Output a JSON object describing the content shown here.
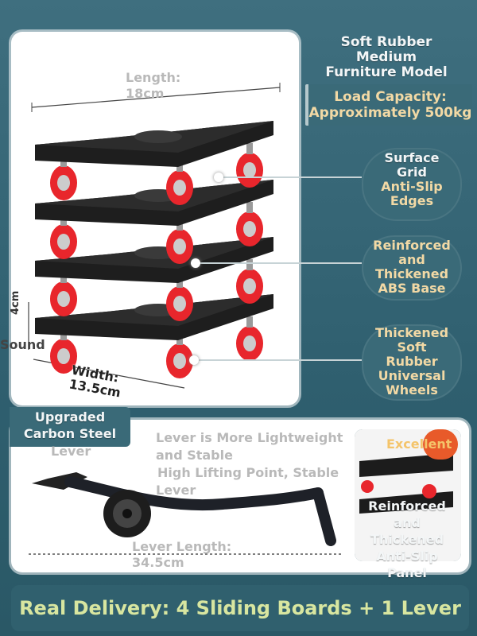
{
  "model_title": [
    "Soft Rubber Medium",
    "Furniture Model"
  ],
  "load_capacity": [
    "Load Capacity:",
    "Approximately 500kg"
  ],
  "length_label": [
    "Length:",
    "18cm"
  ],
  "width_label": [
    "Width:",
    "13.5cm"
  ],
  "height_label": "4cm",
  "sound_label": "Sound",
  "features": [
    {
      "lines": [
        "Surface",
        "Grid",
        "Anti-Slip",
        "Edges"
      ]
    },
    {
      "lines": [
        "Reinforced",
        "and",
        "Thickened",
        "ABS Base"
      ]
    },
    {
      "lines": [
        "Thickened",
        "Soft",
        "Rubber",
        "Universal",
        "Wheels"
      ]
    }
  ],
  "lever_badge": [
    "Upgraded",
    "Carbon Steel",
    "Lever"
  ],
  "lever_points": [
    "Lever is More Lightweight",
    "and Stable",
    "High Lifting Point, Stable",
    "Lever"
  ],
  "lever_length": [
    "Lever Length:",
    "34.5cm"
  ],
  "panel_badge": "Excellent",
  "panel_caption": [
    "Reinforced",
    "and",
    "Thickened",
    "Anti-Slip",
    "Panel"
  ],
  "delivery": "Real Delivery: 4 Sliding Boards + 1 Lever",
  "colors": {
    "bg": "#3f6f7f",
    "accent_red": "#e8262c",
    "board": "#1e1e1e",
    "badge": "#e85a2a",
    "delivery_text": "#d8e6a0"
  }
}
